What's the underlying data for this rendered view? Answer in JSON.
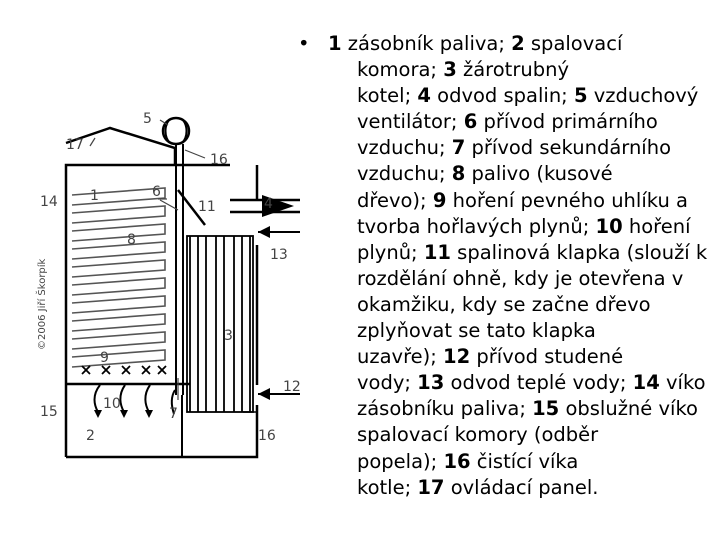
{
  "diagram": {
    "copyright": "©2006 Jiří Škorpík",
    "labels": [
      "1",
      "2",
      "3",
      "4",
      "5",
      "6",
      "7",
      "8",
      "9",
      "10",
      "11",
      "12",
      "13",
      "14",
      "15",
      "16",
      "16",
      "17"
    ]
  },
  "legend": {
    "bullet": "•",
    "lines": [
      [
        {
          "b": "1"
        },
        {
          "t": " zásobník paliva; "
        },
        {
          "b": "2"
        },
        {
          "t": " spalovací"
        }
      ],
      [
        {
          "t": "komora; "
        },
        {
          "b": "3"
        },
        {
          "t": " žárotrubný"
        }
      ],
      [
        {
          "t": "kotel; "
        },
        {
          "b": "4"
        },
        {
          "t": " odvod spalin; "
        },
        {
          "b": "5"
        },
        {
          "t": " vzduchový"
        }
      ],
      [
        {
          "t": "ventilátor; "
        },
        {
          "b": "6"
        },
        {
          "t": " přívod primárního"
        }
      ],
      [
        {
          "t": "vzduchu; "
        },
        {
          "b": "7"
        },
        {
          "t": " přívod sekundárního"
        }
      ],
      [
        {
          "t": "vzduchu; "
        },
        {
          "b": "8"
        },
        {
          "t": " palivo (kusové"
        }
      ],
      [
        {
          "t": "dřevo); "
        },
        {
          "b": "9"
        },
        {
          "t": " hoření pevného uhlíku a"
        }
      ],
      [
        {
          "t": "tvorba hořlavých plynů; "
        },
        {
          "b": "10"
        },
        {
          "t": " hoření"
        }
      ],
      [
        {
          "t": "plynů; "
        },
        {
          "b": "11"
        },
        {
          "t": " spalinová klapka (slouží k"
        }
      ],
      [
        {
          "t": "rozdělání ohně, kdy je otevřena v"
        }
      ],
      [
        {
          "t": "okamžiku, kdy se začne dřevo"
        }
      ],
      [
        {
          "t": "zplyňovat se tato klapka"
        }
      ],
      [
        {
          "t": "uzavře); "
        },
        {
          "b": "12"
        },
        {
          "t": " přívod studené"
        }
      ],
      [
        {
          "t": "vody; "
        },
        {
          "b": "13"
        },
        {
          "t": " odvod teplé vody; "
        },
        {
          "b": "14"
        },
        {
          "t": " víko"
        }
      ],
      [
        {
          "t": "zásobníku paliva; "
        },
        {
          "b": "15"
        },
        {
          "t": " obslužné víko"
        }
      ],
      [
        {
          "t": "spalovací komory (odběr"
        }
      ],
      [
        {
          "t": "popela); "
        },
        {
          "b": "16"
        },
        {
          "t": " čistící víka"
        }
      ],
      [
        {
          "t": "kotle; "
        },
        {
          "b": "17"
        },
        {
          "t": " ovládací panel."
        }
      ]
    ]
  }
}
